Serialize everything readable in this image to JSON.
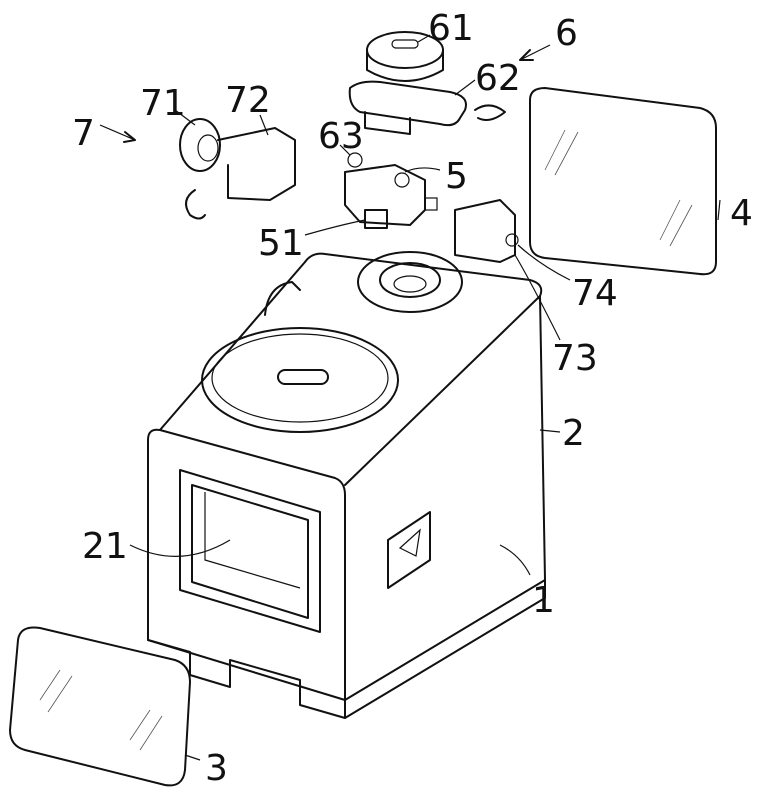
{
  "figure": {
    "labels": {
      "l61": "61",
      "l6": "6",
      "l62": "62",
      "l72": "72",
      "l71": "71",
      "l7": "7",
      "l63": "63",
      "l5": "5",
      "l4": "4",
      "l51": "51",
      "l74": "74",
      "l73": "73",
      "l2": "2",
      "l21": "21",
      "l1": "1",
      "l3": "3"
    }
  }
}
